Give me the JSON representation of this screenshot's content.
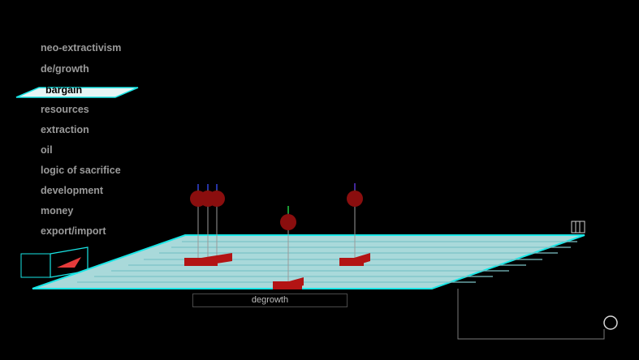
{
  "menu": {
    "items": [
      {
        "label": "neo-extractivism",
        "selected": false
      },
      {
        "label": "de/growth",
        "selected": false
      },
      {
        "label": "bargain",
        "selected": true
      },
      {
        "label": "resources",
        "selected": false
      },
      {
        "label": "extraction",
        "selected": false
      },
      {
        "label": "oil",
        "selected": false
      },
      {
        "label": "logic of sacrifice",
        "selected": false
      },
      {
        "label": "development",
        "selected": false
      },
      {
        "label": "money",
        "selected": false
      },
      {
        "label": "export/import",
        "selected": false
      }
    ]
  },
  "plane": {
    "axis_label": "degrowth"
  },
  "colors": {
    "background": "#000000",
    "menu_text": "#9a9a9a",
    "selected_highlight": "#e6f4f4",
    "plane_edge": "#19e6e6",
    "plane_fill": "#a9d9da",
    "plane_stripe": "#7cc3c6",
    "marker_ball": "#8a0e0e",
    "marker_base": "#b31414",
    "stem": "#9a9a9a"
  },
  "icons": {
    "toggle": "triangle-play-icon",
    "end_marker": "circle-icon",
    "corner_marker": "tab-box-icon"
  }
}
